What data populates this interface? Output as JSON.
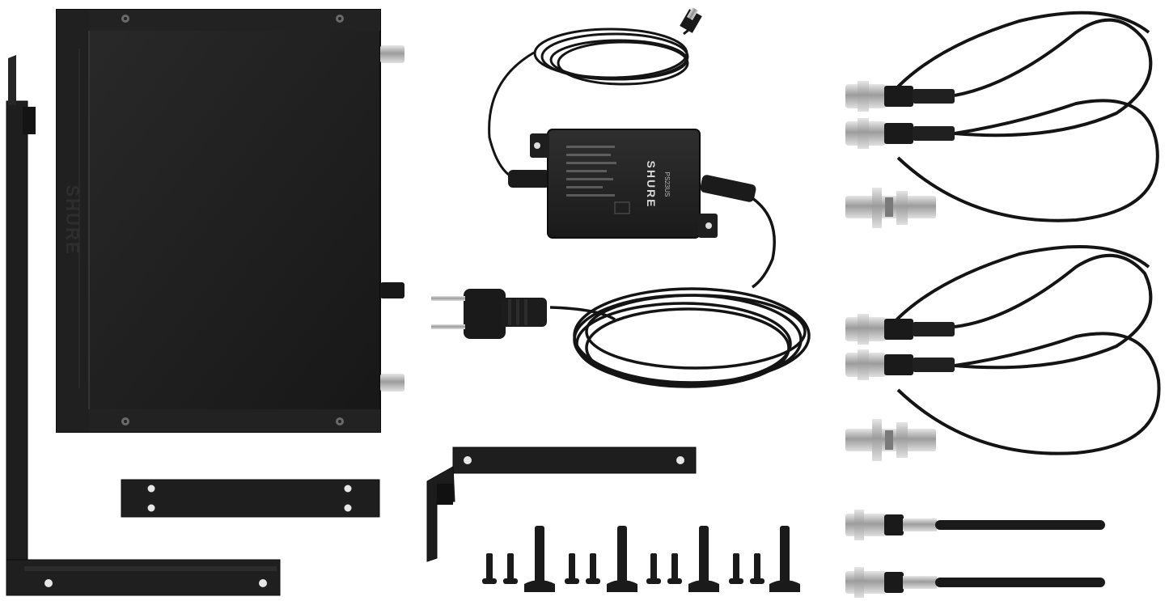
{
  "scene": {
    "background": "#ffffff",
    "brand_logo": "SHURE",
    "adapter_logo": "SHURE",
    "adapter_model": "PS23US",
    "colors": {
      "metal_black": "#1d1d1d",
      "metal_edge": "#0e0e0e",
      "cable": "#141414",
      "chrome": "#c9c9c9",
      "chrome_dark": "#8a8a8a"
    },
    "items": [
      {
        "name": "receiver-chassis-cover",
        "icon": "metal-chassis"
      },
      {
        "name": "rack-ear-bracket-long",
        "icon": "l-bracket"
      },
      {
        "name": "flat-mounting-bar",
        "icon": "flat-bar"
      },
      {
        "name": "rack-ear-bracket-short",
        "icon": "l-bracket"
      },
      {
        "name": "power-adapter",
        "icon": "ac-adapter"
      },
      {
        "name": "bnc-jumper-cable-1",
        "icon": "coax-cable"
      },
      {
        "name": "bnc-jumper-cable-2",
        "icon": "coax-cable"
      },
      {
        "name": "bnc-bulkhead-adapter-1",
        "icon": "bulkhead-adapter"
      },
      {
        "name": "bnc-bulkhead-adapter-2",
        "icon": "bulkhead-adapter"
      },
      {
        "name": "whip-antenna-1",
        "icon": "antenna"
      },
      {
        "name": "whip-antenna-2",
        "icon": "antenna"
      },
      {
        "name": "screw-set",
        "icon": "screws"
      }
    ]
  }
}
